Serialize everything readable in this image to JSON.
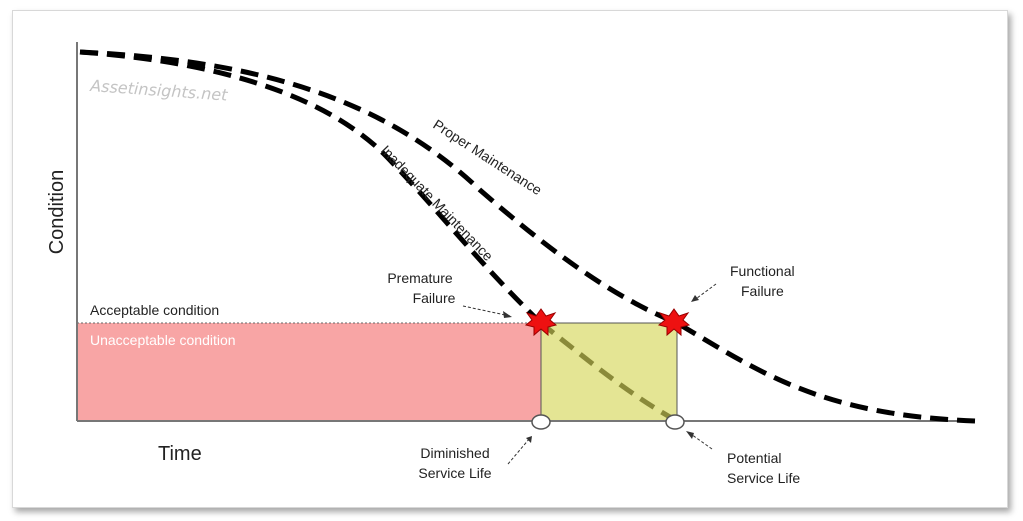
{
  "watermark": "Assetinsights.net",
  "y_axis_label": "Condition",
  "x_axis_label": "Time",
  "curves": {
    "proper": "Proper Maintenance",
    "inadequate": "Inadequate Maintenance"
  },
  "zones": {
    "acceptable": "Acceptable condition",
    "unacceptable": "Unacceptable condition"
  },
  "annotations": {
    "premature_failure": [
      "Premature",
      "Failure"
    ],
    "functional_failure": [
      "Functional",
      "Failure"
    ],
    "diminished_service_life": [
      "Diminished",
      "Service Life"
    ],
    "potential_service_life": [
      "Potential",
      "Service Life"
    ]
  },
  "colors": {
    "unacceptable_zone": "#f8a5a5",
    "service_life_gap": "#e4e594",
    "failure_marker": "#ee1111",
    "degraded_curve": "#8a8a3a",
    "watermark": "#c4c4c4"
  }
}
